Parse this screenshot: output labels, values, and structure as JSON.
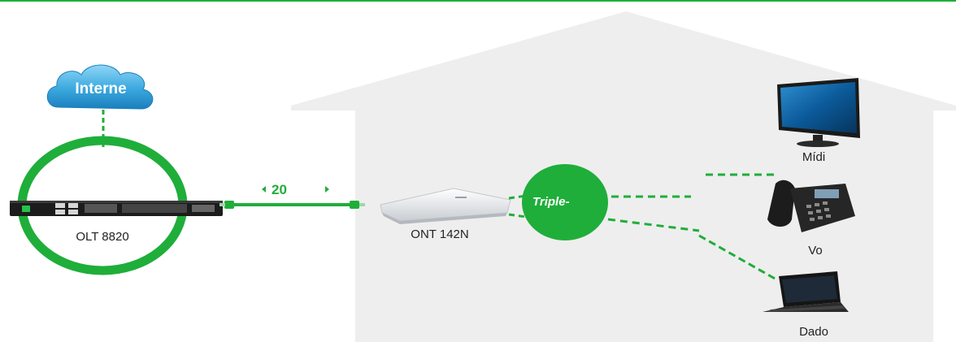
{
  "colors": {
    "accent_green": "#1fae3a",
    "house_gray": "#eeeeee",
    "cloud_blue": "#3aa8de",
    "text": "#222222"
  },
  "cloud": {
    "label": "Interne"
  },
  "olt": {
    "label": "OLT 8820"
  },
  "fiber": {
    "distance_label": "20"
  },
  "ont": {
    "label": "ONT 142N"
  },
  "hub": {
    "label": "Triple-"
  },
  "devices": {
    "media_label": "Mídi",
    "voice_label": "Vo",
    "data_label": "Dado"
  }
}
